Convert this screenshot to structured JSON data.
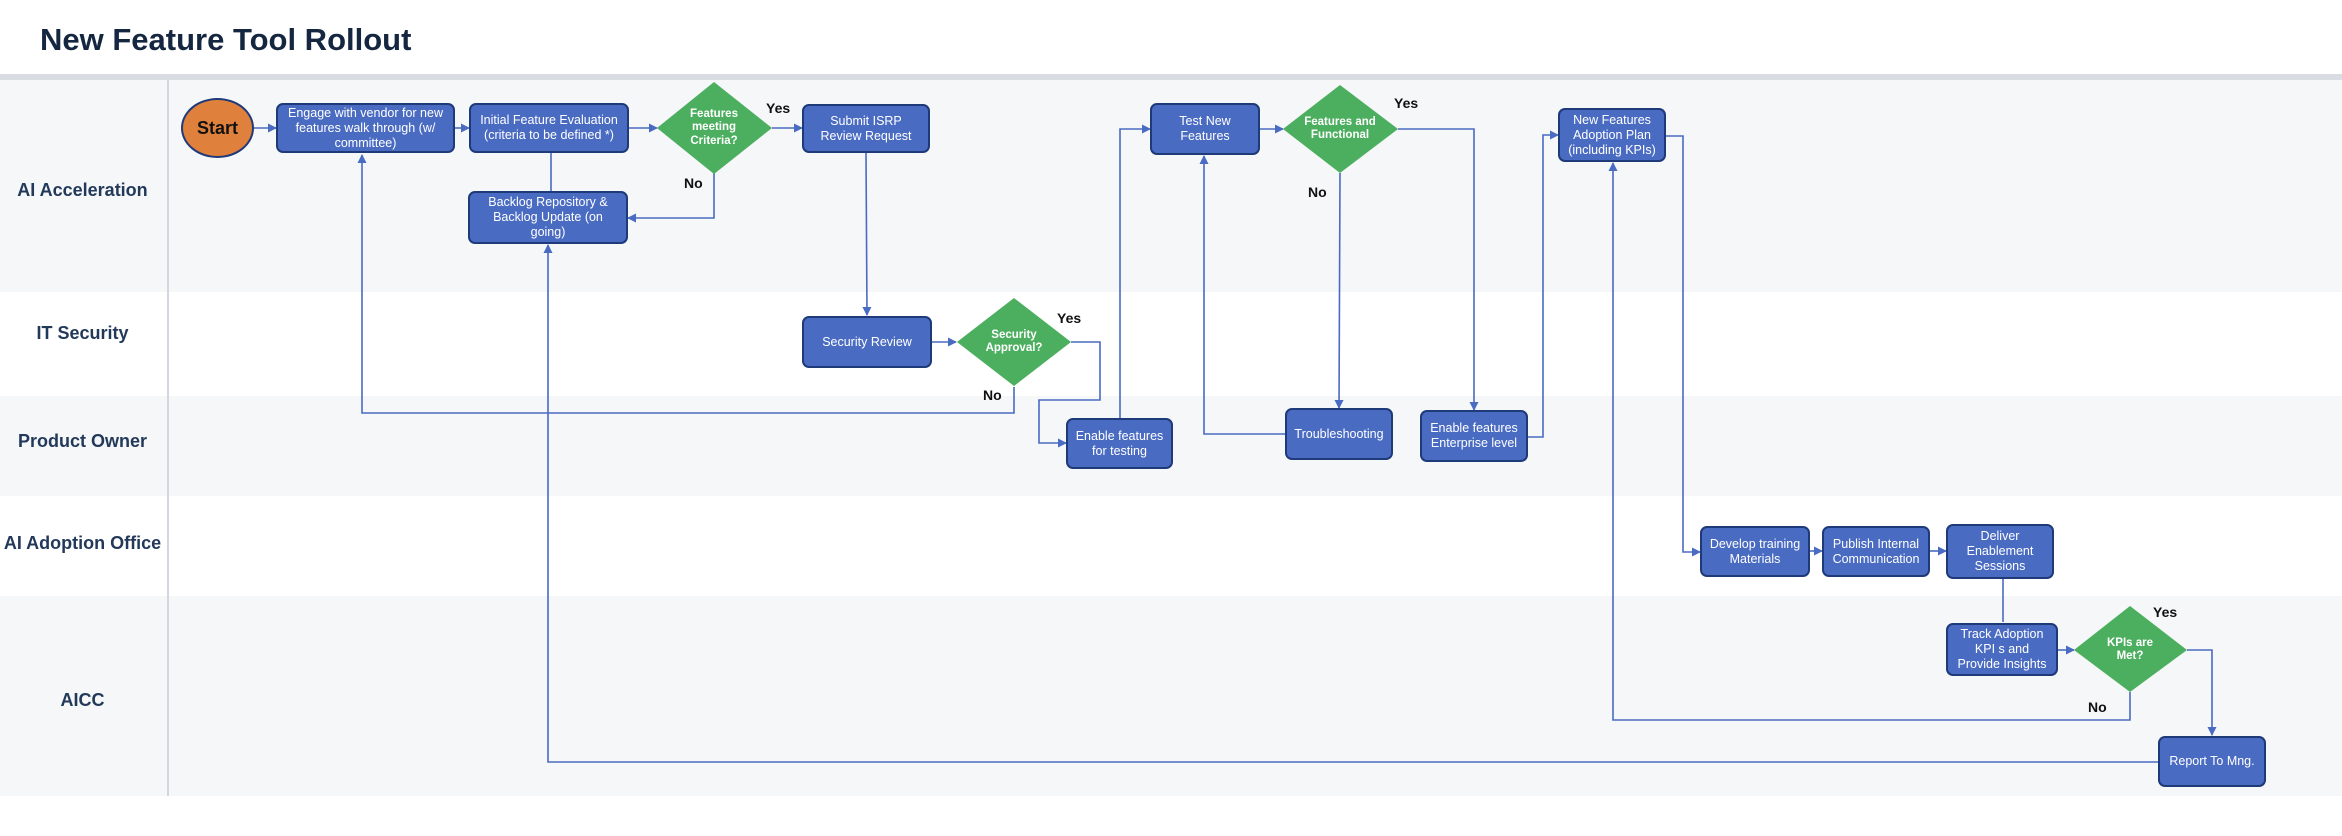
{
  "title": "New Feature Tool Rollout",
  "lanes": [
    {
      "label": "AI Acceleration"
    },
    {
      "label": "IT Security"
    },
    {
      "label": "Product Owner"
    },
    {
      "label": "AI Adoption Office"
    },
    {
      "label": "AICC"
    }
  ],
  "nodes": {
    "start": "Start",
    "engage_vendor": "Engage with vendor for new features walk through  (w/ committee)",
    "initial_eval": "Initial Feature Evaluation (criteria to be defined *)",
    "features_criteria": "Features meeting Criteria?",
    "submit_isrp": "Submit ISRP Review Request",
    "backlog": "Backlog Repository & Backlog Update  (on going)",
    "security_review": "Security  Review",
    "security_approval": "Security Approval?",
    "enable_testing": "Enable features for testing",
    "test_new": "Test New Features",
    "features_functional": "Features and Functional",
    "troubleshooting": "Troubleshooting",
    "enable_enterprise": "Enable features Enterprise level",
    "adoption_plan": "New Features Adoption Plan (including  KPIs)",
    "develop_training": "Develop training Materials",
    "publish_comm": "Publish  Internal Communication",
    "deliver_sessions": "Deliver Enablement Sessions",
    "track_adoption": "Track Adoption KPI s and Provide Insights",
    "kpis_met": "KPIs are Met?",
    "report": "Report To Mng."
  },
  "edge_labels": {
    "criteria_yes": "Yes",
    "criteria_no": "No",
    "security_yes": "Yes",
    "security_no": "No",
    "functional_yes": "Yes",
    "functional_no": "No",
    "kpis_yes": "Yes",
    "kpis_no": "No"
  },
  "colors": {
    "process_fill": "#4a6bc2",
    "process_border": "#1f3a78",
    "decision_fill": "#4caf5f",
    "start_fill": "#e0803d",
    "connector": "#4a6bc2",
    "lane_alt": "#f6f7f9"
  }
}
